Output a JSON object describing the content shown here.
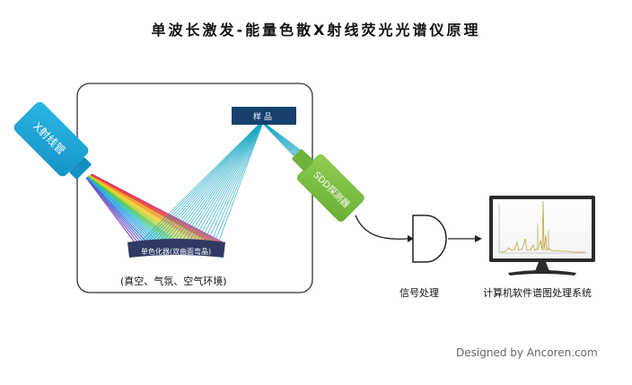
{
  "title": "单波长激发-能量色散X射线荧光光谱仪原理",
  "xray_tube_label": "X射线管",
  "sample_label": "样品",
  "sdd_label": "SDD探测器",
  "monochromator_label": "单色化器(双曲面弯晶)",
  "chamber_label": "(真空、气氛、空气环境)",
  "signal_label": "信号处理",
  "software_label": "计算机软件谱图处理系统",
  "credit": "Designed by Ancoren.com",
  "colors": {
    "tube": "#1ea8d9",
    "sample": "#17406f",
    "sdd": "#7cc243",
    "monochromator": "#2e3a63",
    "chamber_border": "#333333",
    "beam": "#17a6c4"
  },
  "icons": {
    "signal_processor": "d-shaped-processor-icon",
    "monitor": "monitor-spectrum-icon"
  }
}
